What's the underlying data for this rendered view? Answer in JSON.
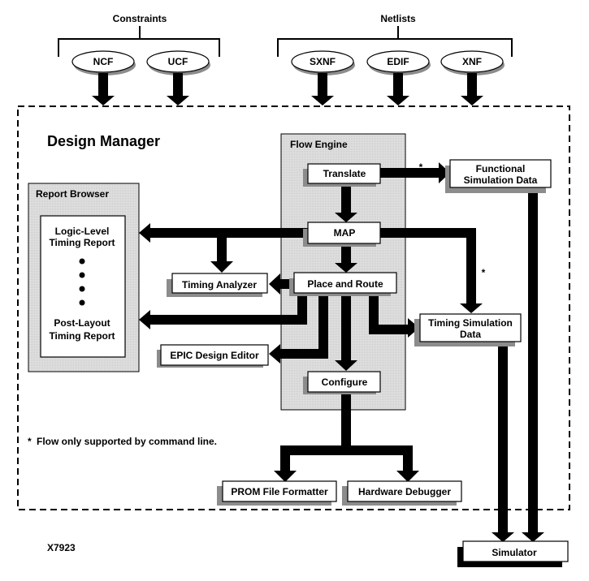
{
  "inputs": {
    "constraints": {
      "label": "Constraints",
      "items": [
        "NCF",
        "UCF"
      ]
    },
    "netlists": {
      "label": "Netlists",
      "items": [
        "SXNF",
        "EDIF",
        "XNF"
      ]
    }
  },
  "design_manager": {
    "title": "Design Manager",
    "report_browser": {
      "title": "Report Browser",
      "top_report": "Logic-Level\nTiming Report",
      "top_report_lines": [
        "Logic-Level",
        "Timing Report"
      ],
      "bottom_report_lines": [
        "Post-Layout",
        "Timing Report"
      ]
    },
    "flow_engine": {
      "title": "Flow Engine",
      "steps": [
        "Translate",
        "MAP",
        "Place and Route",
        "Configure"
      ]
    },
    "tools": {
      "timing_analyzer": "Timing Analyzer",
      "epic_design_editor": "EPIC Design Editor",
      "prom_file_formatter": "PROM File Formatter",
      "hardware_debugger": "Hardware Debugger"
    },
    "outputs": {
      "functional_simulation_lines": [
        "Functional",
        "Simulation Data"
      ],
      "timing_simulation_lines": [
        "Timing Simulation",
        "Data"
      ]
    },
    "footnote_marker": "*",
    "footnote": "Flow only supported by command line."
  },
  "simulator": "Simulator",
  "figure_id": "X7923"
}
